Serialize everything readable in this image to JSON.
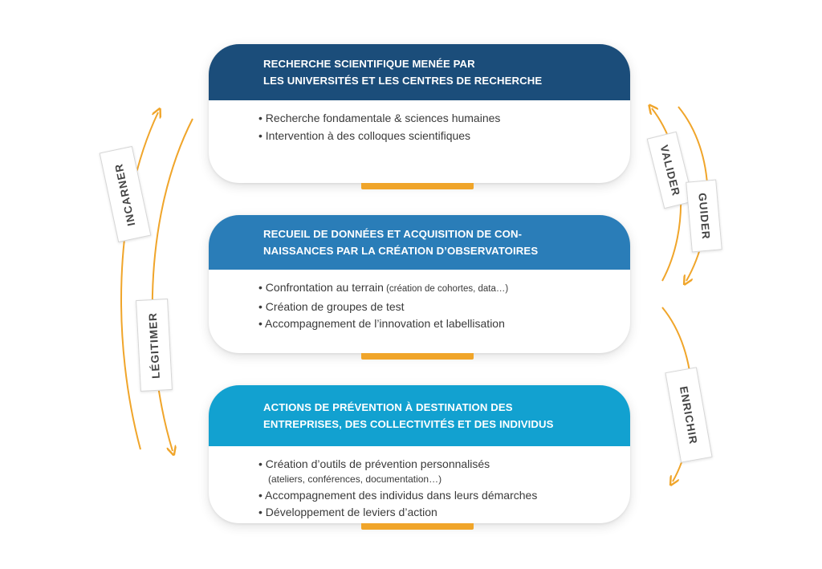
{
  "cards": [
    {
      "title": "RECHERCHE SCIENTIFIQUE MENÉE PAR\nLES UNIVERSITÉS ET LES CENTRES DE RECHERCHE",
      "items": [
        "• Recherche fondamentale & sciences humaines",
        "• Intervention à des colloques scientifiques"
      ]
    },
    {
      "title": "RECUEIL DE DONNÉES ET ACQUISITION DE CON-\nNAISSANCES PAR LA CRÉATION D’OBSERVATOIRES",
      "items": [
        {
          "main": "• Confrontation au terrain",
          "small": " (création de cohortes, data…)"
        },
        "• Création de groupes de test",
        "• Accompagnement de l’innovation et labellisation"
      ]
    },
    {
      "title": "ACTIONS DE PRÉVENTION À DESTINATION DES\nENTREPRISES, DES COLLECTIVITÉS ET DES INDIVIDUS",
      "items": [
        {
          "main": "• Création d’outils de prévention personnalisés",
          "sub": "(ateliers, conférences, documentation…)"
        },
        "• Accompagnement des individus dans leurs démarches",
        "• Développement de leviers d’action"
      ]
    }
  ],
  "labels": {
    "incarner": "INCARNER",
    "legitimer": "LÉGITIMER",
    "valider": "VALIDER",
    "guider": "GUIDER",
    "enrichir": "ENRICHIR"
  },
  "colors": {
    "card1_header": "#1b4d7a",
    "card2_header": "#2a7db8",
    "card3_header": "#12a1d0",
    "accent_orange": "#f0a52a"
  }
}
